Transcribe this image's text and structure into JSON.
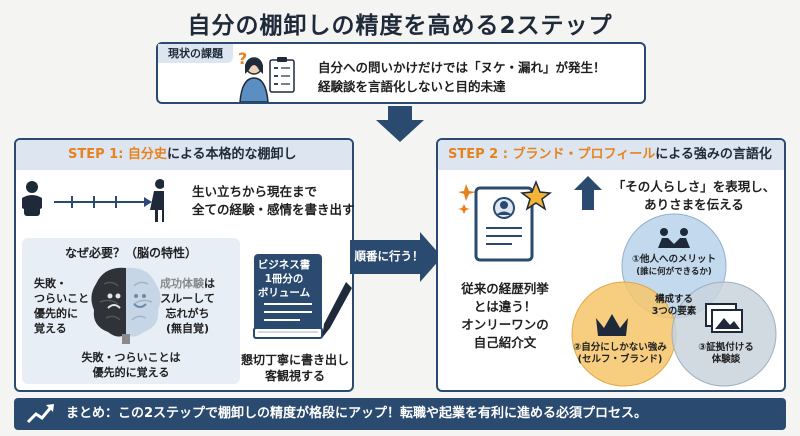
{
  "title": "自分の棚卸しの精度を高める2ステップ",
  "issue": {
    "label": "現状の課題",
    "line1": "自分への問いかけだけでは「ヌケ・漏れ」が発生！",
    "line2": "経験談を言語化しないと目的未達",
    "icon": "confused-person-checklist-icon"
  },
  "step1": {
    "prefix": "STEP 1: 自分史",
    "suffix": "による本格的な棚卸し",
    "life_line1": "生い立ちから現在まで",
    "life_line2": "全ての経験・感情を書き出す",
    "why_title": "なぜ必要？（脳の特性）",
    "fail_lines": [
      "失敗・",
      "つらいこと",
      "優先的に",
      "覚える"
    ],
    "success_gray": "成功体験",
    "success_rest": [
      "は",
      "スルーして",
      "忘れがち",
      "(無自覚)"
    ],
    "fail_bottom1": "失敗・つらいことは",
    "fail_bottom2": "優先的に覚える",
    "book_lines": [
      "ビジネス書",
      "1冊分の",
      "ボリューム"
    ],
    "book_caption1": "懇切丁寧に書き出し",
    "book_caption2": "客観視する"
  },
  "order_label": "順番に行う！",
  "step2": {
    "prefix": "STEP 2 : ブランド・プロフィール",
    "suffix": "による強みの言語化",
    "profile_lines": [
      "従来の経歴列挙",
      "とは違う！",
      "オンリーワンの",
      "自己紹介文"
    ],
    "express1": "「その人らしさ」を表現し、",
    "express2": "ありさまを伝える",
    "venn_top1": "①他人へのメリット",
    "venn_top2": "(誰に何ができるか)",
    "venn_center1": "構成する",
    "venn_center2": "3つの要素",
    "venn_left1": "②自分にしかない強み",
    "venn_left2": "(セルフ・ブランド)",
    "venn_right1": "③証拠付ける",
    "venn_right2": "体験談"
  },
  "summary": "まとめ：この2ステップで棚卸しの精度が格段にアップ！転職や起業を有利に進める必須プロセス。",
  "colors": {
    "navy": "#2b4a6f",
    "orange": "#e6821e",
    "panel_head": "#dde6f0",
    "venn_blue": "#bcd6ec",
    "venn_orange": "#f6c66a",
    "venn_gray": "#c9d2dc"
  }
}
